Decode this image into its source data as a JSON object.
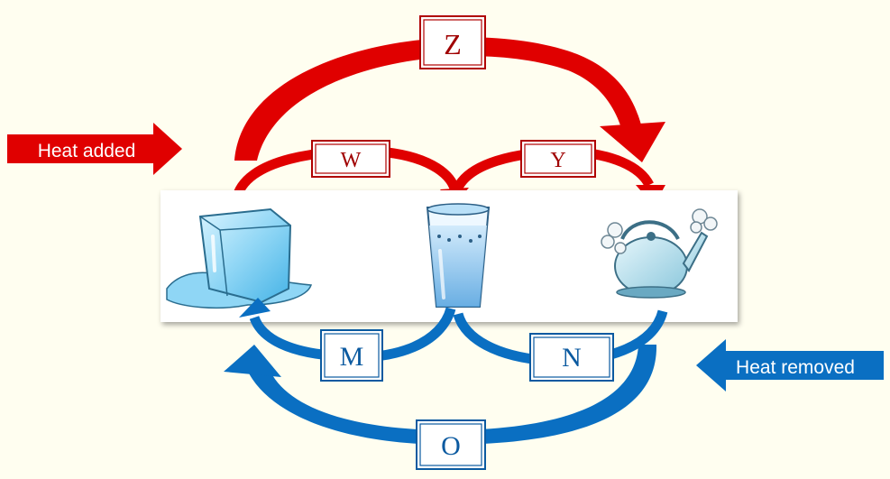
{
  "diagram": {
    "heat_added": "Heat added",
    "heat_removed": "Heat removed",
    "labels": {
      "z": "Z",
      "w": "W",
      "y": "Y",
      "m": "M",
      "n": "N",
      "o": "O"
    }
  },
  "colors": {
    "background": "#fffef0",
    "heat_red": "#e00000",
    "cool_blue": "#0a6fc2",
    "red_label_text": "#a00000",
    "blue_label_text": "#0b5aa0"
  },
  "icons": {
    "solid": "ice-cube-icon",
    "liquid": "water-glass-icon",
    "gas": "steaming-kettle-icon"
  }
}
